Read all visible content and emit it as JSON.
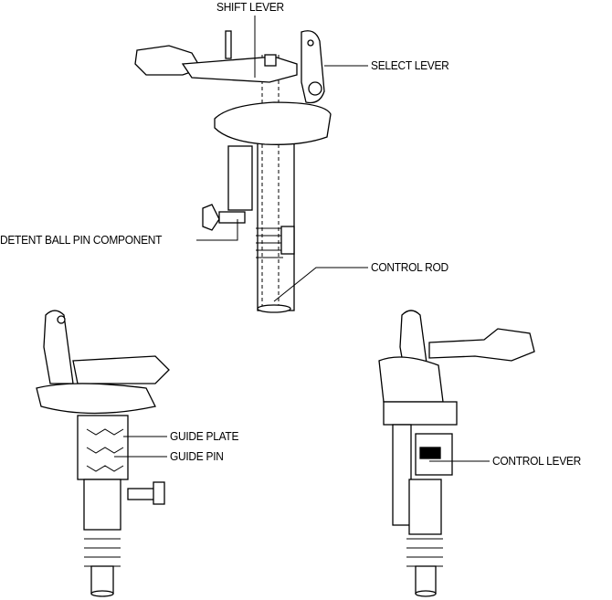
{
  "labels": {
    "shift_lever": "SHIFT LEVER",
    "select_lever": "SELECT LEVER",
    "detent_ball_pin": "DETENT BALL PIN COMPONENT",
    "control_rod": "CONTROL ROD",
    "guide_plate": "GUIDE PLATE",
    "guide_pin": "GUIDE PIN",
    "control_lever": "CONTROL LEVER"
  }
}
